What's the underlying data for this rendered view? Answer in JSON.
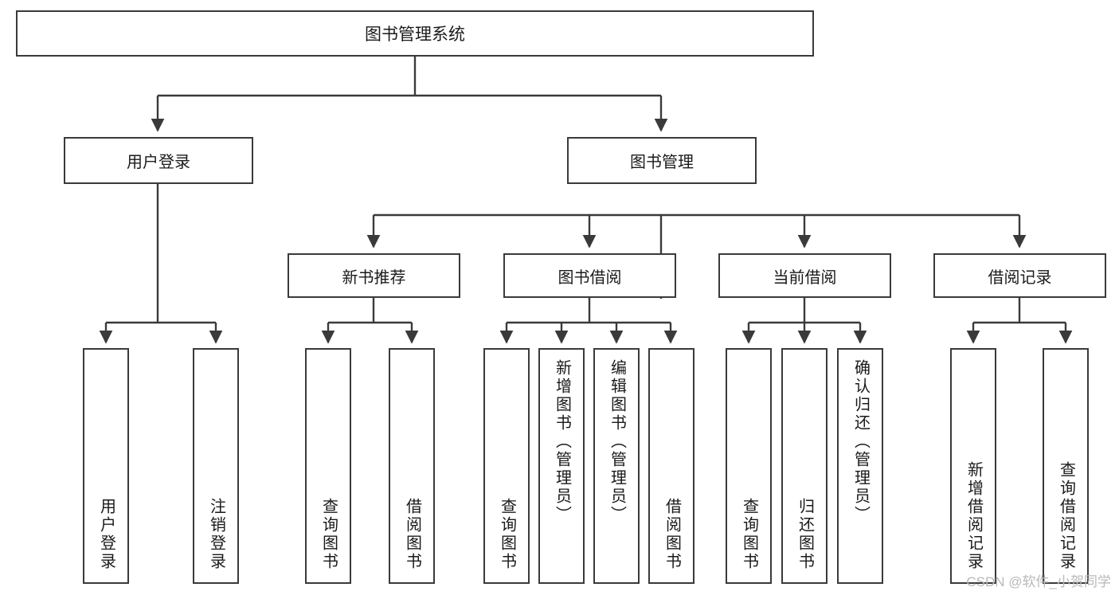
{
  "diagram": {
    "title_node": {
      "label": "图书管理系统"
    },
    "level2": [
      {
        "id": "user-login",
        "label": "用户登录"
      },
      {
        "id": "book-management",
        "label": "图书管理"
      }
    ],
    "level3": [
      {
        "id": "new-book-recommend",
        "label": "新书推荐"
      },
      {
        "id": "book-borrow",
        "label": "图书借阅"
      },
      {
        "id": "current-borrow",
        "label": "当前借阅"
      },
      {
        "id": "borrow-record",
        "label": "借阅记录"
      }
    ],
    "leaves": [
      {
        "id": "leaf-user-login",
        "label": "用户登录",
        "parent": "user-login"
      },
      {
        "id": "leaf-logout-login",
        "label": "注销登录",
        "parent": "user-login"
      },
      {
        "id": "leaf-query-book-1",
        "label": "查询图书",
        "parent": "new-book-recommend"
      },
      {
        "id": "leaf-borrow-book-1",
        "label": "借阅图书",
        "parent": "new-book-recommend"
      },
      {
        "id": "leaf-query-book-2",
        "label": "查询图书",
        "parent": "book-borrow"
      },
      {
        "id": "leaf-add-book",
        "label": "新增图书（管理员）",
        "parent": "book-borrow"
      },
      {
        "id": "leaf-edit-book",
        "label": "编辑图书（管理员）",
        "parent": "book-borrow"
      },
      {
        "id": "leaf-borrow-book-2",
        "label": "借阅图书",
        "parent": "book-borrow"
      },
      {
        "id": "leaf-query-book-3",
        "label": "查询图书",
        "parent": "current-borrow"
      },
      {
        "id": "leaf-return-book",
        "label": "归还图书",
        "parent": "current-borrow"
      },
      {
        "id": "leaf-confirm-return",
        "label": "确认归还（管理员）",
        "parent": "current-borrow"
      },
      {
        "id": "leaf-add-record",
        "label": "新增借阅记录",
        "parent": "borrow-record"
      },
      {
        "id": "leaf-query-record",
        "label": "查询借阅记录",
        "parent": "borrow-record"
      }
    ],
    "watermark": "CSDN @软件_小贺同学",
    "colors": {
      "stroke": "#3a3a3a",
      "text": "#1a1a1a",
      "background": "#ffffff",
      "watermark": "#b9b9b9"
    }
  }
}
